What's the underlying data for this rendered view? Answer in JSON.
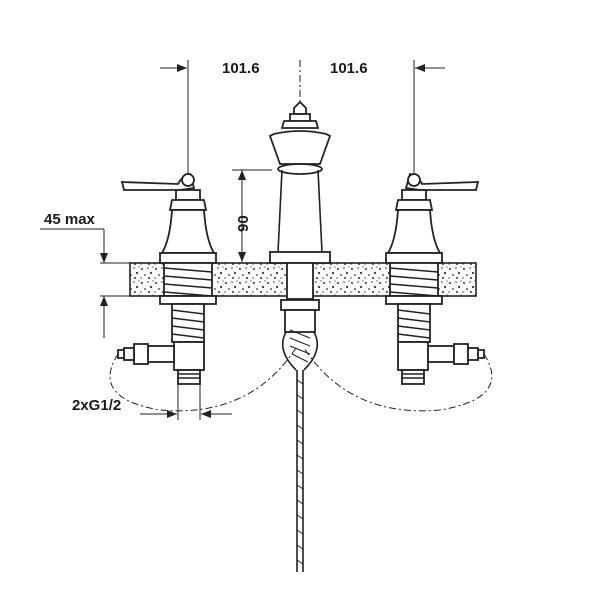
{
  "dimensions": {
    "spacing_left": "101.6",
    "spacing_right": "101.6",
    "spout_height": "90",
    "max_deck_thickness": "45 max",
    "connection": "2xG1/2"
  }
}
